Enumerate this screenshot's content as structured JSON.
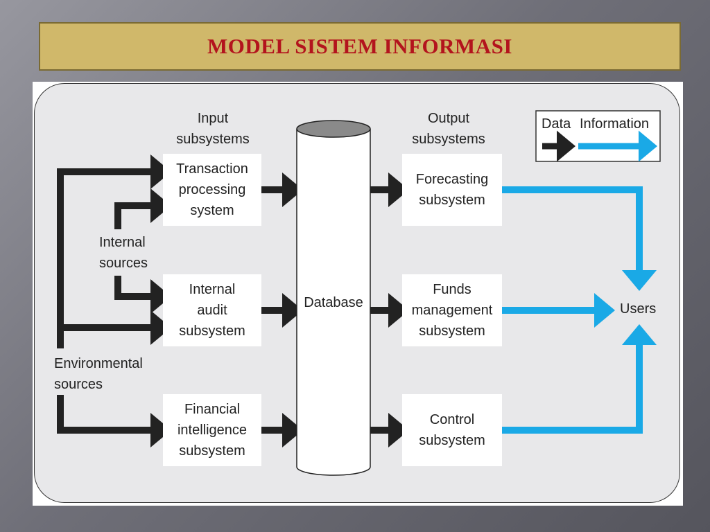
{
  "slide": {
    "title": "MODEL SISTEM INFORMASI"
  },
  "diagram": {
    "input_header": "Input\nsubsystems",
    "output_header": "Output\nsubsystems",
    "input_boxes": [
      {
        "text": "Transaction\nprocessing\nsystem"
      },
      {
        "text": "Internal\naudit\nsubsystem"
      },
      {
        "text": "Financial\nintelligence\nsubsystem"
      }
    ],
    "output_boxes": [
      {
        "text": "Forecasting\nsubsystem"
      },
      {
        "text": "Funds\nmanagement\nsubsystem"
      },
      {
        "text": "Control\nsubsystem"
      }
    ],
    "database_label": "Database",
    "internal_sources": "Internal\nsources",
    "environmental_sources": "Environmental\nsources",
    "users_label": "Users",
    "legend": {
      "data_label": "Data",
      "information_label": "Information"
    },
    "colors": {
      "data_arrow": "#222222",
      "information_arrow": "#1aa9e6"
    }
  }
}
